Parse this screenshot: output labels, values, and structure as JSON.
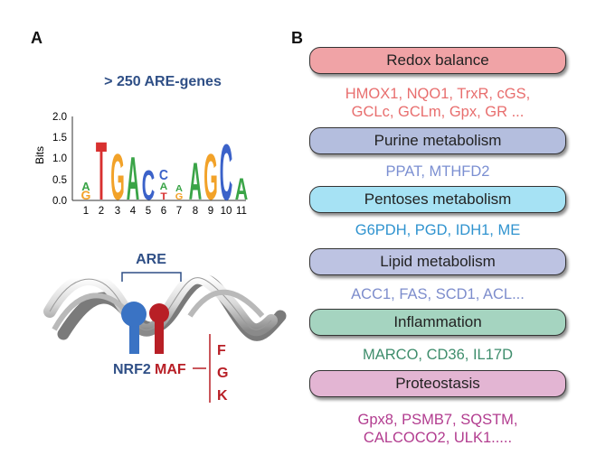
{
  "panel_a": {
    "letter": "A",
    "title": "> 250 ARE-genes",
    "logo": {
      "y_axis_label": "Bits",
      "y_ticks": [
        "2.0",
        "1.5",
        "1.0",
        "0.5",
        "0.0"
      ],
      "x_ticks": [
        "1",
        "2",
        "3",
        "4",
        "5",
        "6",
        "7",
        "8",
        "9",
        "10",
        "11"
      ],
      "letter_colors": {
        "A": "#3aa447",
        "T": "#d8302f",
        "G": "#f2a229",
        "C": "#3b62c9"
      }
    },
    "dna": {
      "are_label": "ARE",
      "nrf2_label": "NRF2",
      "maf_label": "MAF",
      "maf_variants": [
        "F",
        "G",
        "K"
      ],
      "nrf2_color": "#3a73c4",
      "maf_color": "#b81f26"
    }
  },
  "panel_b": {
    "letter": "B",
    "categories": [
      {
        "label": "Redox balance",
        "genes": [
          "HMOX1, NQO1, TrxR, cGS,",
          "GCLc, GCLm, Gpx, GR ..."
        ],
        "box_color": "#f0a3a6",
        "text_color": "#e86e6e"
      },
      {
        "label": "Purine metabolism",
        "genes": [
          "PPAT, MTHFD2"
        ],
        "box_color": "#b4bede",
        "text_color": "#7b8fd2"
      },
      {
        "label": "Pentoses metabolism",
        "genes": [
          "G6PDH, PGD, IDH1, ME"
        ],
        "box_color": "#a6e2f4",
        "text_color": "#2f93cf"
      },
      {
        "label": "Lipid metabolism",
        "genes": [
          "ACC1, FAS, SCD1, ACL..."
        ],
        "box_color": "#bdc3e2",
        "text_color": "#7d8dcc"
      },
      {
        "label": "Inflammation",
        "genes": [
          "MARCO, CD36, IL17D"
        ],
        "box_color": "#a5d4c0",
        "text_color": "#3e8d6c"
      },
      {
        "label": "Proteostasis",
        "genes": [
          "Gpx8, PSMB7, SQSTM,",
          "CALCOCO2, ULK1....."
        ],
        "box_color": "#e3b5d3",
        "text_color": "#b23c8f"
      }
    ]
  }
}
